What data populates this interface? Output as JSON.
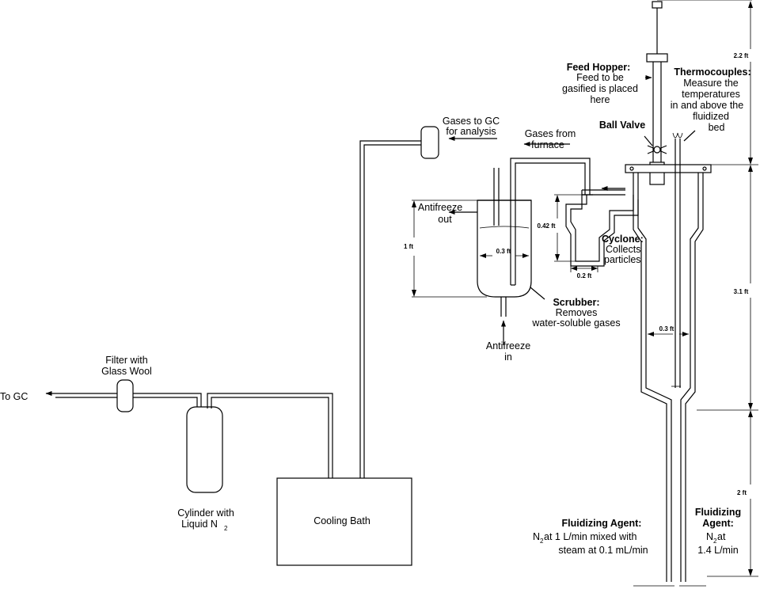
{
  "labels": {
    "to_gc": "To GC",
    "filter_l1": "Filter with",
    "filter_l2": "Glass Wool",
    "cylinder_l1": "Cylinder with",
    "cylinder_l2": "Liquid N",
    "cylinder_sub": "2",
    "cooling_bath": "Cooling Bath",
    "gases_gc_l1": "Gases to GC",
    "gases_gc_l2": "for analysis",
    "gases_furnace_l1": "Gases from",
    "gases_furnace_l2": "furnace",
    "antifreeze_out_l1": "Antifreeze",
    "antifreeze_out_l2": "out",
    "antifreeze_in_l1": "Antifreeze",
    "antifreeze_in_l2": "in",
    "scrubber_title": "Scrubber:",
    "scrubber_l1": "Removes",
    "scrubber_l2": "water-soluble gases",
    "cyclone_title": "Cyclone:",
    "cyclone_l1": "Collects",
    "cyclone_l2": "particles",
    "feed_title": "Feed Hopper:",
    "feed_l1": "Feed to be",
    "feed_l2": "gasified is placed",
    "feed_l3": "here",
    "ball_valve": "Ball Valve",
    "thermo_title": "Thermocouples:",
    "thermo_l1": "Measure the",
    "thermo_l2": "temperatures",
    "thermo_l3": "in and above the",
    "thermo_l4": "fluidized",
    "thermo_l5": "bed",
    "fa1_title": "Fluidizing Agent:",
    "fa1_l1_pre": "N",
    "fa1_l1_sub": "2",
    "fa1_l1_post": " at 1 L/min mixed with",
    "fa1_l2": "steam at 0.1 mL/min",
    "fa2_title_l1": "Fluidizing",
    "fa2_title_l2": "Agent:",
    "fa2_l1_pre": "N",
    "fa2_l1_sub": "2",
    "fa2_l1_post": " at",
    "fa2_l2": "1.4 L/min"
  },
  "dimensions": {
    "d_1ft": "1 ft",
    "d_03ft_scrubber": "0.3 ft",
    "d_042ft": "0.42 ft",
    "d_02ft": "0.2 ft",
    "d_22ft": "2.2 ft",
    "d_31ft": "3.1 ft",
    "d_03ft_reactor": "0.3 ft",
    "d_2ft": "2 ft"
  }
}
